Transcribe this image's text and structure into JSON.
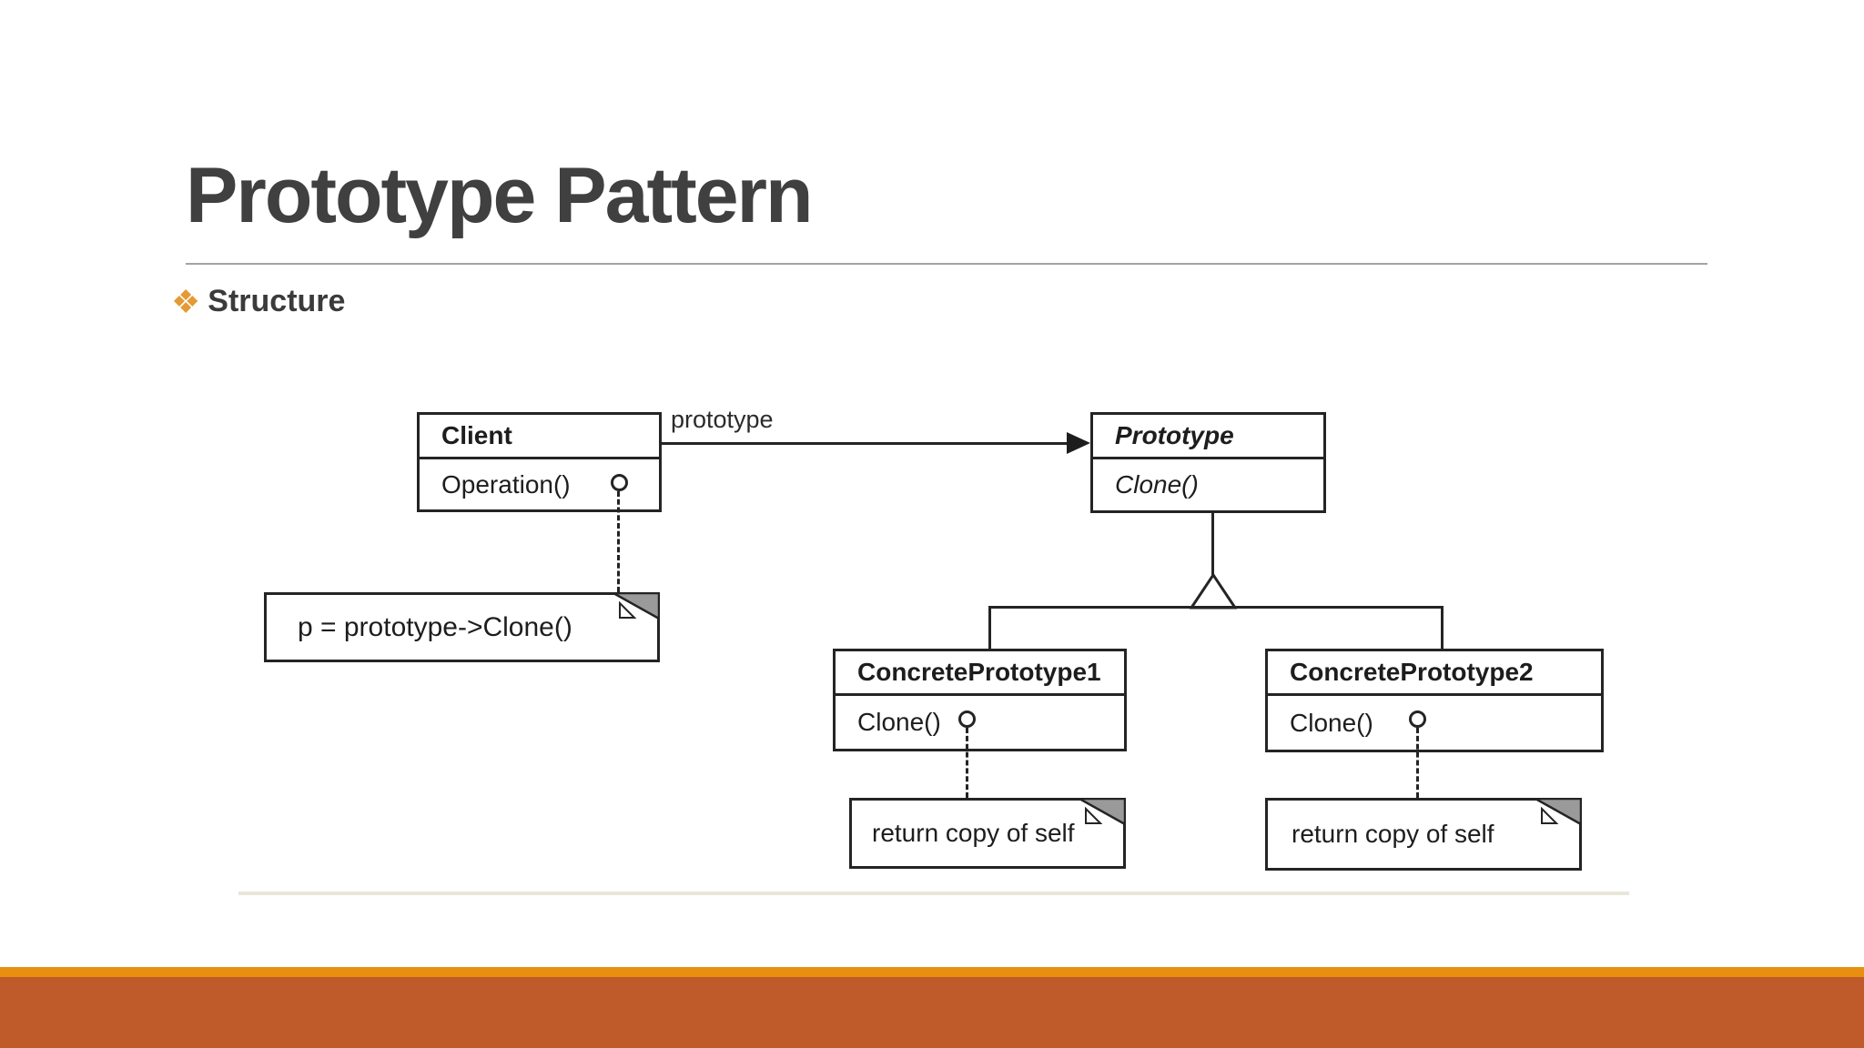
{
  "slide": {
    "title": "Prototype Pattern",
    "section_bullet_label": "Structure"
  },
  "diagram": {
    "classes": {
      "client": {
        "name": "Client",
        "method": "Operation()"
      },
      "prototype": {
        "name": "Prototype",
        "method": "Clone()"
      },
      "concrete1": {
        "name": "ConcretePrototype1",
        "method": "Clone()"
      },
      "concrete2": {
        "name": "ConcretePrototype2",
        "method": "Clone()"
      }
    },
    "association_label": "prototype",
    "notes": {
      "client_note": "p = prototype->Clone()",
      "concrete1_note": "return copy of self",
      "concrete2_note": "return copy of self"
    },
    "icons": {
      "bullet": "four-diamond-bullet-icon",
      "lollipop": "interface-lollipop-icon",
      "fold": "note-dog-ear-icon",
      "triangle": "generalization-triangle-icon"
    }
  },
  "colors": {
    "title_text": "#404040",
    "bullet_orange": "#E49A35",
    "bar_strip_orange": "#E88F10",
    "bar_rust": "#BF5A2A",
    "diagram_line": "#242424"
  }
}
